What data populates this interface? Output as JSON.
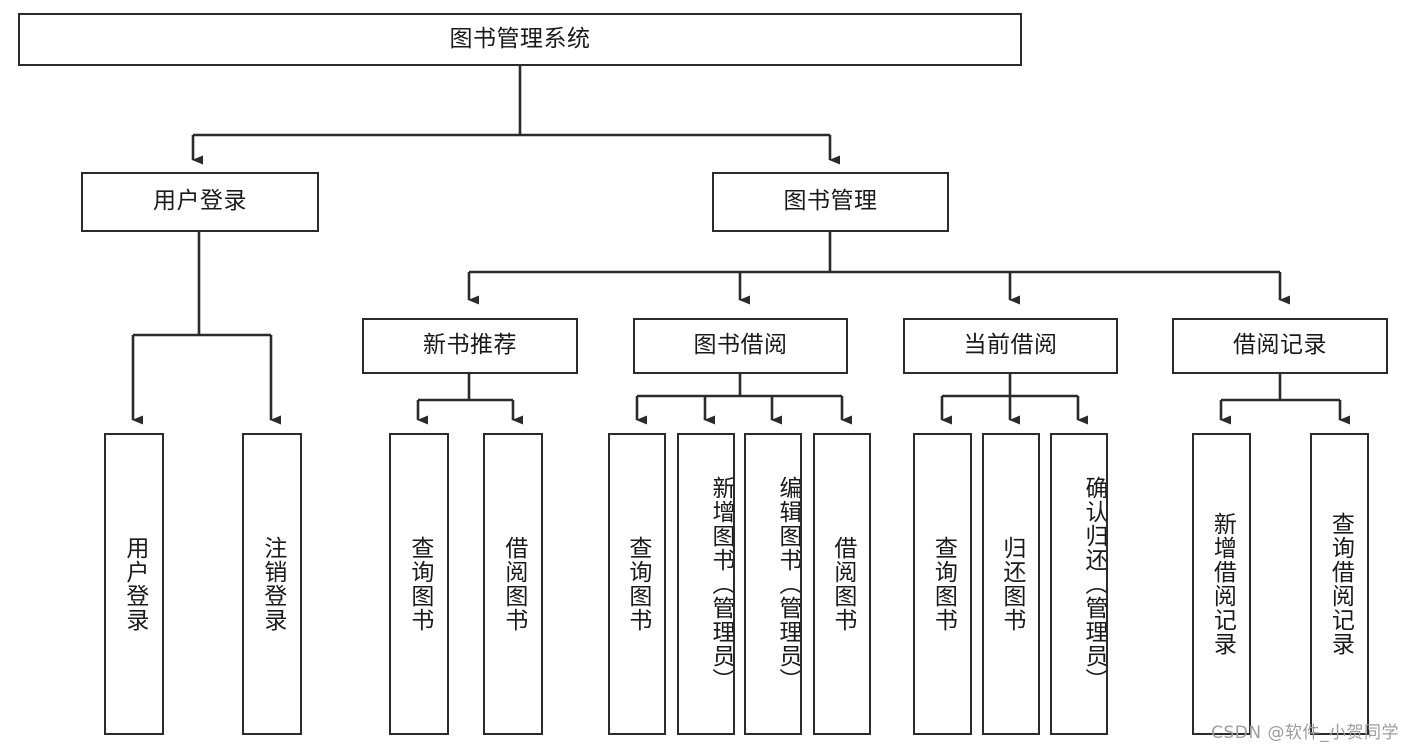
{
  "diagram": {
    "type": "tree-hierarchy-diagram",
    "title": "图书管理系统",
    "colors": {
      "stroke": "#2b2b2b",
      "box_fill": "#ffffff",
      "text": "#1a1a1a",
      "background": "#ffffff",
      "watermark": "#9d9d9d"
    },
    "root": {
      "label": "图书管理系统"
    },
    "level2": [
      {
        "label": "用户登录"
      },
      {
        "label": "图书管理"
      }
    ],
    "level3": [
      {
        "label": "新书推荐"
      },
      {
        "label": "图书借阅"
      },
      {
        "label": "当前借阅"
      },
      {
        "label": "借阅记录"
      }
    ],
    "leaves": {
      "user_login": [
        {
          "label": "用户登录"
        },
        {
          "label": "注销登录"
        }
      ],
      "new_book_recommend": [
        {
          "label": "查询图书"
        },
        {
          "label": "借阅图书"
        }
      ],
      "book_borrow": [
        {
          "label": "查询图书"
        },
        {
          "label": "新增图书（管理员）"
        },
        {
          "label": "编辑图书（管理员）"
        },
        {
          "label": "借阅图书"
        }
      ],
      "current_borrow": [
        {
          "label": "查询图书"
        },
        {
          "label": "归还图书"
        },
        {
          "label": "确认归还（管理员）"
        }
      ],
      "borrow_record": [
        {
          "label": "新增借阅记录"
        },
        {
          "label": "查询借阅记录"
        }
      ]
    },
    "watermark": "CSDN @软件_小贺同学"
  }
}
